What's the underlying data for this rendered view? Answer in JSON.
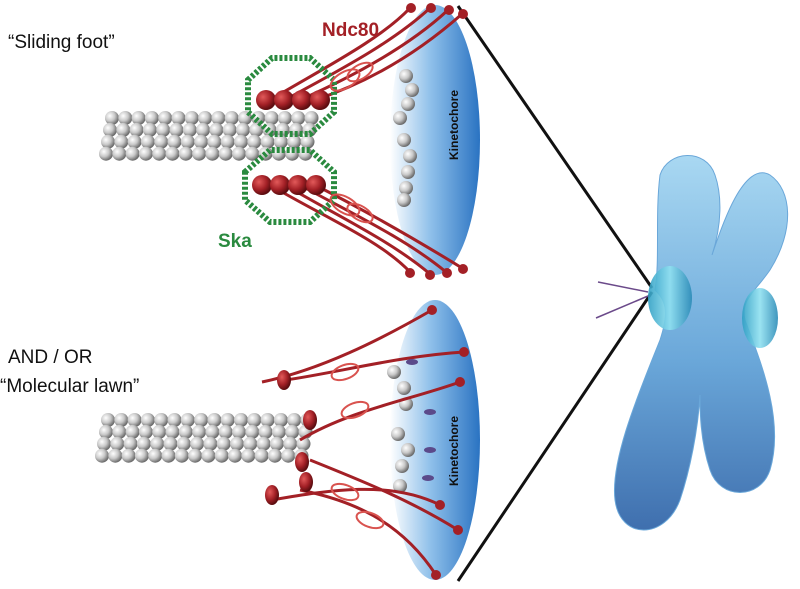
{
  "labels": {
    "sliding_foot": "“Sliding foot”",
    "ndc80": "Ndc80",
    "ska": "Ska",
    "and_or": "AND / OR",
    "molecular_lawn": "“Molecular lawn”",
    "kinetochore_top": "Kinetochore",
    "kinetochore_bottom": "Kinetochore"
  },
  "colors": {
    "ndc80_red": "#a32026",
    "ska_green": "#2a8a3f",
    "kinetochore_blue": "#2f7fc6",
    "microtubule_gray": "#bdbdbd",
    "chromosome_blue": "#4f8fc8"
  }
}
